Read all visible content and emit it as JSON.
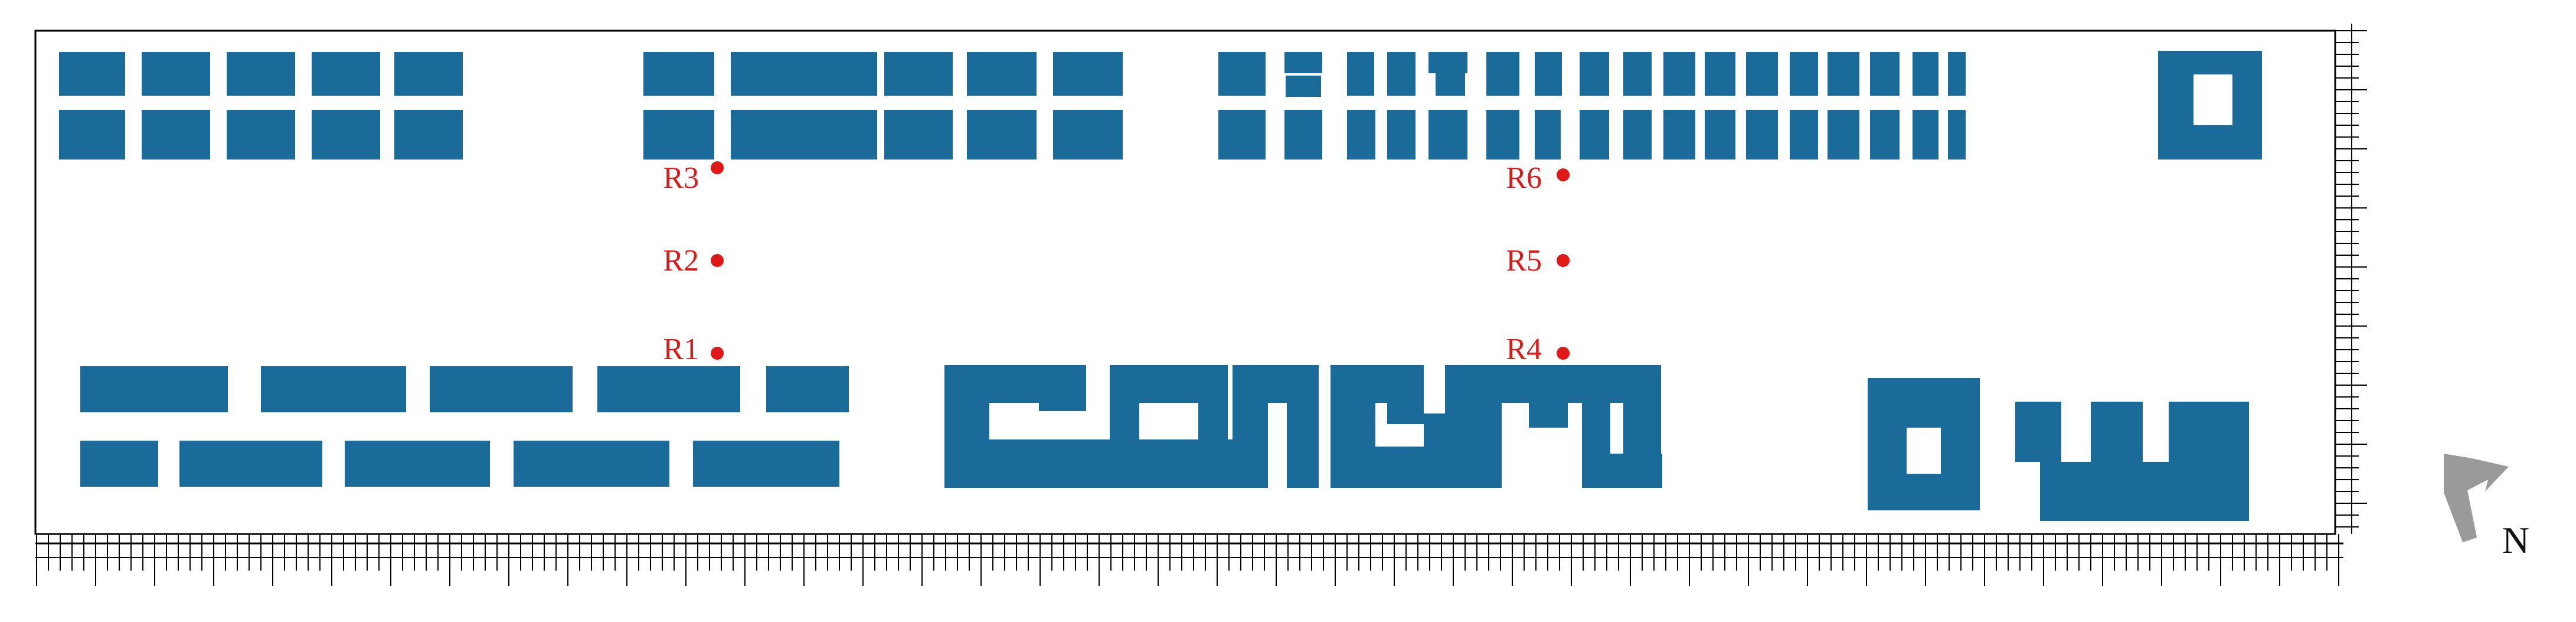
{
  "map": {
    "building_color": "#1a6a9a",
    "receptor_color": "#e01818",
    "frame_color": "#000000",
    "arrow_color": "#9a9a9a",
    "receptors": [
      {
        "id": "R1"
      },
      {
        "id": "R2"
      },
      {
        "id": "R3"
      },
      {
        "id": "R4"
      },
      {
        "id": "R5"
      },
      {
        "id": "R6"
      }
    ],
    "north": {
      "label": "N",
      "icon": "north-arrow-icon"
    }
  }
}
